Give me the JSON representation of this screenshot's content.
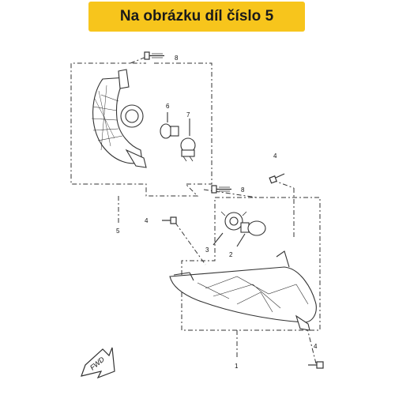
{
  "banner": {
    "text": "Na obrázku díl číslo 5"
  },
  "callouts": {
    "c1": "1",
    "c2": "2",
    "c3": "3",
    "c4a": "4",
    "c4b": "4",
    "c4c": "4",
    "c5": "5",
    "c6": "6",
    "c7": "7",
    "c8a": "8",
    "c8b": "8"
  },
  "fwd": "FWD",
  "colors": {
    "banner": "#f7c51c",
    "line": "#333333"
  }
}
